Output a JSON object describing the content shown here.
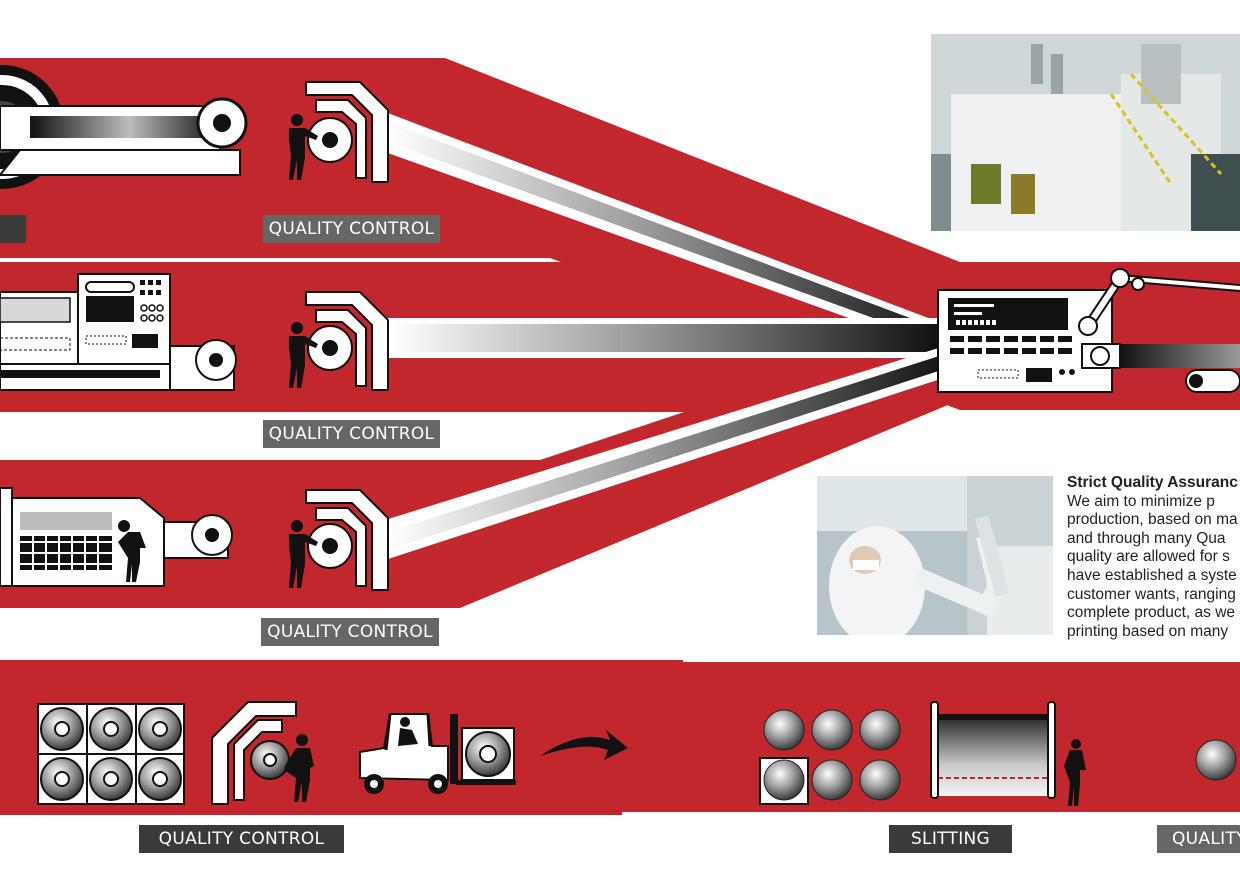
{
  "colors": {
    "band_red": "#c1272d",
    "label_grey": "#666666",
    "label_dark": "#3a3a3a",
    "ink": "#111111"
  },
  "labels": {
    "qc_row1": "QUALITY CONTROL",
    "qc_row2": "QUALITY CONTROL",
    "qc_row3": "QUALITY CONTROL",
    "qc_bottom": "QUALITY CONTROL",
    "slitting": "SLITTING",
    "qc_bottom_right": "QUALITY"
  },
  "assurance": {
    "heading": "Strict Quality Assuranc",
    "lines": [
      "We aim to minimize p",
      "production, based on ma",
      "and through many Qua",
      "quality are allowed for s",
      "have established a syste",
      "customer wants, ranging",
      "complete product, as we",
      "printing based on many"
    ]
  },
  "icons": [
    "film-roll-icon",
    "worker-icon",
    "quality-inspection-icon",
    "control-panel-machine-icon",
    "extruder-machine-icon",
    "printing-machine-icon",
    "robot-arm-icon",
    "roll-stack-icon",
    "forklift-icon",
    "arrow-icon",
    "slitting-machine-icon"
  ]
}
